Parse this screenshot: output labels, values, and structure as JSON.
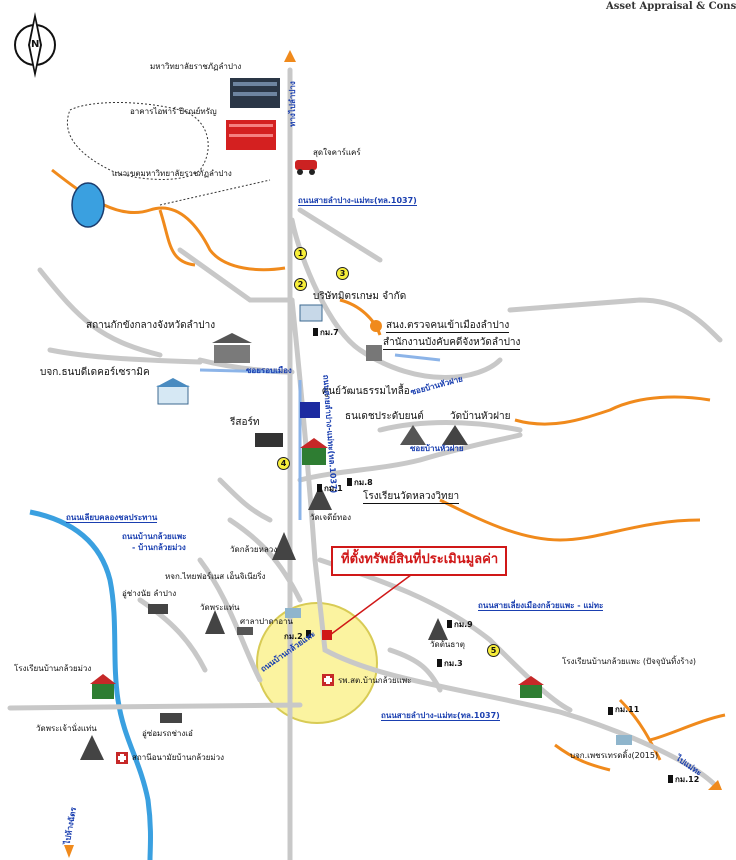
{
  "brand": {
    "text": "Asset Appraisal & Consu"
  },
  "compass": {
    "letter": "N",
    "icon": "north-arrow-icon"
  },
  "subject": {
    "label": "ที่ตั้งทรัพย์สินที่ประเมินมูลค่า",
    "color": "#d01818"
  },
  "places": {
    "university": "มหาวิทยาลัยราชภัฏลำปาง",
    "university_building": "อาคารไอพาร์ ปีรณย์ทรัญ",
    "university_boundary": "แนวเขตมหาวิทยาลัยราชภัฏลำปาง",
    "car_care": "สุดใจคาร์แคร์",
    "company_kasem": "บริษัทมิตรเกษม จำกัด",
    "detention": "สถานกักขังกลางจังหวัดลำปาง",
    "immigration": "สนง.ตรวจคนเข้าเมืองลำปาง",
    "enforcement": "สำนักงานบังคับคดีจังหวัดลำปาง",
    "ceramic": "บจก.ธนบดีเดคอร์เซรามิค",
    "thai_lue": "ศูนย์วัฒนธรรมไทลื้อ",
    "thanet": "ธนเดชประดับยนต์",
    "wat_ban_hua_fai": "วัดบ้านหัวฝาย",
    "resort": "รีสอร์ท",
    "school_wat_luang": "โรงเรียนวัดหลวงวิทยา",
    "wat_chedi_thong": "วัดเจดีย์ทอง",
    "wat_kluai_luang": "วัดกล้วยหลวง",
    "phoenix": "หจก.ไทยฟอร์เนส เอ็นจิเนียริ่ง",
    "nai_shop": "อู่ช่างนัย ลำปาง",
    "wat_phra_waen": "วัดพระแท่น",
    "sala": "ศาลาปาดาอาน",
    "school_kluai_muang": "โรงเรียนบ้านกล้วยม่วง",
    "wat_phrachao": "วัดพระเจ้านั่งแท่น",
    "garage_ae": "อู่ซ่อมรถช่างเอ๋",
    "health_kluai_muang": "สถานีอนามัยบ้านกล้วยม่วง",
    "hospital_kluai_phae": "รพ.สต.บ้านกล้วยแพะ",
    "wat_ton_that": "วัดต้นธาตุ",
    "school_kluai_phae": "โรงเรียนบ้านกล้วยแพะ (ปัจจุบันทิ้งร้าง)",
    "phetcharat": "บจก.เพชรเทรดดิ้ง(2015)"
  },
  "roads": {
    "lampang_maetha_north": "ถนนสายลำปาง-แม่ทะ(ทล.1037)",
    "lampang_maetha_south": "ถนนสายลำปาง-แม่ทะ(ทล.1037)",
    "bypass": "ถนนสายเลี่ยงเมืองกล้วยแพะ - แม่ทะ",
    "irrigation": "ถนนเลียบคลองชลประทาน",
    "kluai_phae_road": "ถนนบ้านกล้วยแพะ",
    "kluai_muang_road": "- บ้านกล้วยม่วง",
    "to_lampang": "ทางไปลำปาง",
    "to_maetha": "ไปแม่ทะ",
    "to_hang_chat": "ไปห้างฉัตร",
    "main_center": "ถนนสายลำปาง-แม่ทะ(ทล.1037)",
    "soi_road": "ซอยรอบเมือง",
    "soi_hua_fai": "ซอยบ้านหัวฝาย",
    "soi_ban_hua_fai2": "ซอยบ้านหัวฝาย",
    "kluai_phae_lower": "ถนนบ้านกล้วยแพะ"
  },
  "km_markers": [
    "กม.7",
    "กม.8",
    "กม.1",
    "กม.2",
    "กม.9",
    "กม.3",
    "กม.11",
    "กม.12"
  ],
  "numbered_points": [
    "1",
    "2",
    "3",
    "4",
    "5"
  ],
  "colors": {
    "primary_road": "#c8c8c8",
    "secondary_road": "#f08a1c",
    "river": "#3aa0e0",
    "radius_fill": "#fbf3a0",
    "radius_stroke": "#d8cb55"
  }
}
